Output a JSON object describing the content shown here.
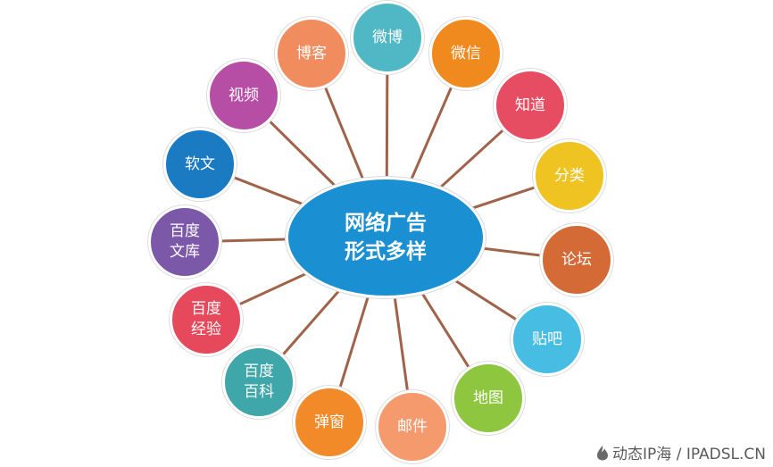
{
  "center": {
    "line1": "网络广告",
    "line2": "形式多样",
    "color": "#1a8fd1"
  },
  "nodes": [
    {
      "lines": [
        "微博"
      ],
      "color": "#4fb8c4"
    },
    {
      "lines": [
        "微信"
      ],
      "color": "#f08a1e"
    },
    {
      "lines": [
        "知道"
      ],
      "color": "#e64d62"
    },
    {
      "lines": [
        "分类"
      ],
      "color": "#eec322"
    },
    {
      "lines": [
        "论坛"
      ],
      "color": "#d46a35"
    },
    {
      "lines": [
        "贴吧"
      ],
      "color": "#48bde4"
    },
    {
      "lines": [
        "地图"
      ],
      "color": "#8ec63f"
    },
    {
      "lines": [
        "邮件"
      ],
      "color": "#f49a6d"
    },
    {
      "lines": [
        "弹窗"
      ],
      "color": "#f28a2a"
    },
    {
      "lines": [
        "百度",
        "百科"
      ],
      "color": "#3fa6aa"
    },
    {
      "lines": [
        "百度",
        "经验"
      ],
      "color": "#e6495c"
    },
    {
      "lines": [
        "百度",
        "文库"
      ],
      "color": "#7c59a8"
    },
    {
      "lines": [
        "软文"
      ],
      "color": "#1b7bc2"
    },
    {
      "lines": [
        "视频"
      ],
      "color": "#b64ea6"
    },
    {
      "lines": [
        "博客"
      ],
      "color": "#f08c5e"
    }
  ],
  "watermark": {
    "text": "动态IP海 / IPADSL.CN"
  }
}
